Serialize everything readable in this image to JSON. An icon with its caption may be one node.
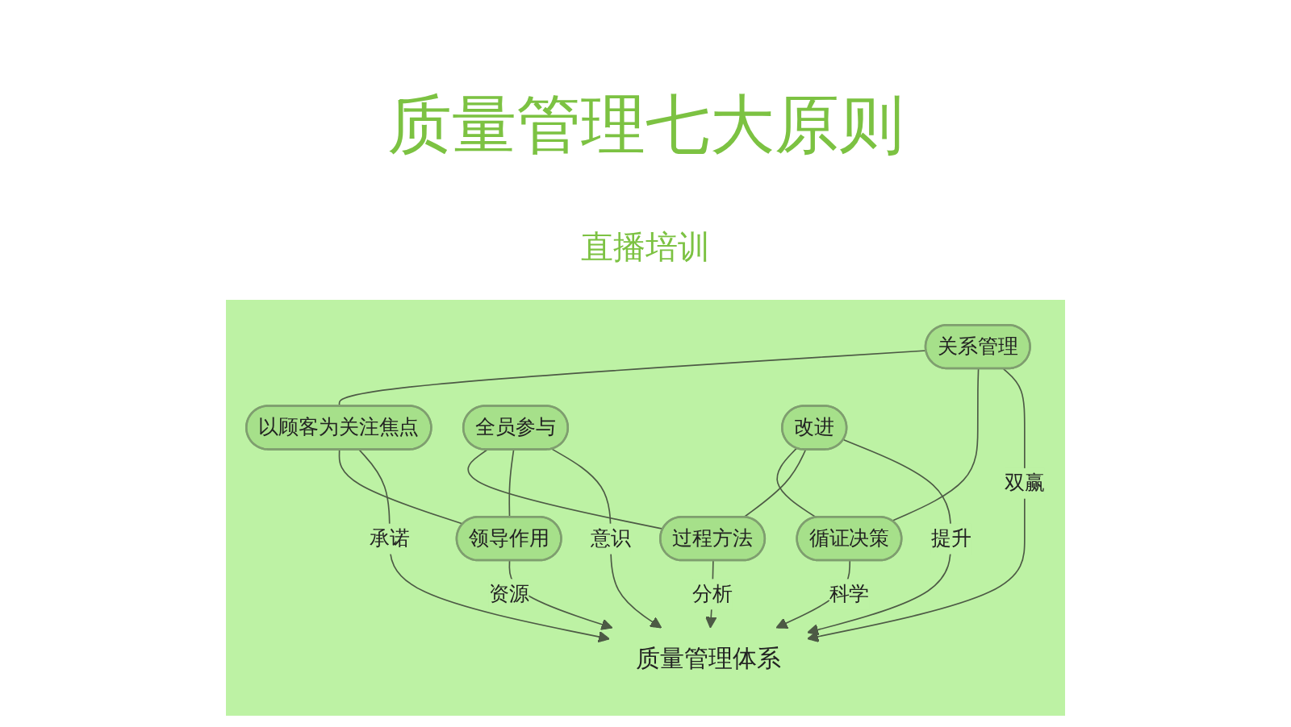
{
  "diagram": {
    "title": "质量管理七大原则",
    "nodes": [
      {
        "text": [
          "以顾客为关注焦点"
        ]
      },
      {
        "text": [
          "关系管理"
        ]
      },
      {
        "text": [
          "领导作用"
        ]
      },
      {
        "text": [
          "质量管理体系"
        ]
      },
      {
        "text": [
          "循证决策"
        ]
      },
      {
        "text": [
          "全员参与"
        ]
      },
      {
        "text": [
          "改进"
        ]
      },
      {
        "text": [
          "过程方法"
        ]
      }
    ],
    "edges": [
      {
        "from": 0,
        "to": 3,
        "label": "承诺",
        "arrow": "to"
      },
      {
        "from": 1,
        "to": 3,
        "label": "双赢",
        "arrow": "to"
      },
      {
        "from": 2,
        "to": 3,
        "label": "资源",
        "arrow": "to"
      },
      {
        "from": 4,
        "to": 3,
        "label": "科学",
        "arrow": "to"
      },
      {
        "from": 5,
        "to": 3,
        "label": "意识",
        "arrow": "to"
      },
      {
        "from": 6,
        "to": 3,
        "label": "提升",
        "arrow": "to"
      },
      {
        "from": 7,
        "to": 3,
        "label": "分析",
        "arrow": "to"
      },
      {
        "from": 0,
        "to": 2,
        "arrow": "none"
      },
      {
        "from": 5,
        "to": 2,
        "arrow": "none"
      },
      {
        "from": 5,
        "to": 7,
        "arrow": "none"
      },
      {
        "from": 6,
        "to": 7,
        "arrow": "none"
      },
      {
        "from": 6,
        "to": 4,
        "arrow": "none"
      },
      {
        "from": 1,
        "to": 4,
        "arrow": "none"
      },
      {
        "from": 1,
        "to": 0,
        "arrow": "none"
      }
    ],
    "labels": [
      "直播培训"
    ]
  }
}
